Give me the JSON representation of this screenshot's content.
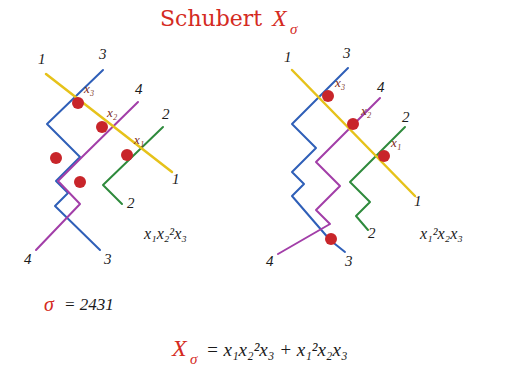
{
  "diagram": {
    "title": "Schubert",
    "labels": [
      "X",
      "σ",
      "1",
      "3",
      "4",
      "2",
      "x₃",
      "x₂",
      "x₁",
      "1",
      "2",
      "4",
      "3",
      "x₁x₂²x₃",
      "1",
      "3",
      "4",
      "2",
      "x₃",
      "x₂",
      "x₁",
      "1",
      "2",
      "4",
      "3",
      "x₁²x₂x₃",
      "σ",
      "= 2431",
      "X",
      "σ",
      "= x₁x₂²x₃ + x₁²x₂x₃"
    ]
  }
}
